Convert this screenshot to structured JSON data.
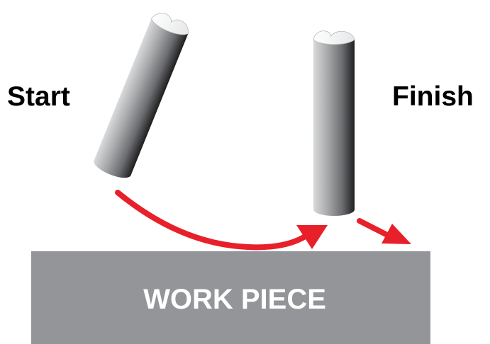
{
  "labels": {
    "start": "Start",
    "finish": "Finish",
    "work_piece": "WORK PIECE"
  },
  "colors": {
    "background": "#ffffff",
    "work_piece": "#939598",
    "work_piece_text": "#ffffff",
    "arrow": "#e8202a",
    "label_text": "#000000",
    "rod_light": "#d9dadb",
    "rod_mid": "#8a8b8d",
    "rod_dark": "#1e1e1e",
    "rod_top": "#ffffff"
  }
}
